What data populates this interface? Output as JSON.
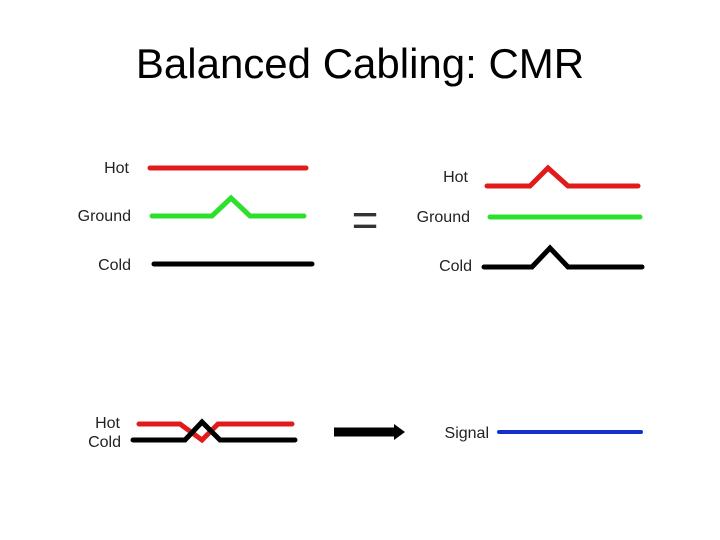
{
  "title": "Balanced Cabling: CMR",
  "colors": {
    "hot": "#e01b1b",
    "ground": "#2ee02e",
    "cold": "#000000",
    "signal": "#1030d0"
  },
  "left_group": {
    "hot_label": "Hot",
    "ground_label": "Ground",
    "cold_label": "Cold"
  },
  "equals_sign": "=",
  "right_group": {
    "hot_label": "Hot",
    "ground_label": "Ground",
    "cold_label": "Cold"
  },
  "bottom_left": {
    "hot_label": "Hot",
    "cold_label": "Cold"
  },
  "bottom_right": {
    "signal_label": "Signal"
  }
}
